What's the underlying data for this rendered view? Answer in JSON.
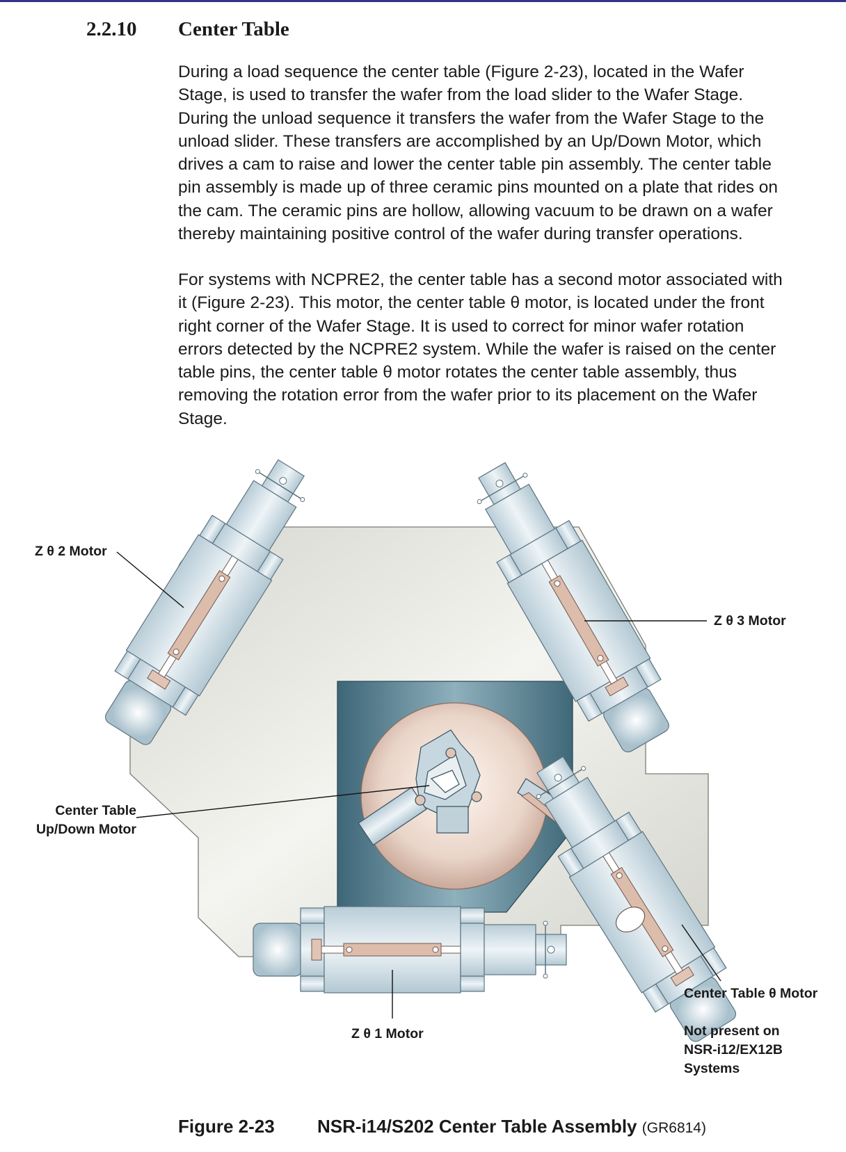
{
  "section": {
    "number": "2.2.10",
    "title": "Center Table"
  },
  "paragraphs": {
    "p1": [
      "During a load sequence the center table (Figure 2-23), located in the Wafer",
      "Stage, is used to transfer the wafer from the load slider to the Wafer Stage.",
      "During the unload sequence it transfers the wafer from the Wafer Stage to the",
      "unload slider. These transfers are accomplished by an Up/Down Motor, which",
      "drives a cam to raise and lower the center table pin assembly. The center table",
      "pin assembly is made up of three ceramic pins mounted on a plate that rides on",
      "the cam. The ceramic pins are hollow, allowing vacuum to be drawn on a wafer",
      "thereby maintaining positive control of the wafer during transfer operations."
    ],
    "p2": [
      "For systems with NCPRE2, the center table has a second motor associated with",
      "it (Figure 2-23). This motor, the center table θ motor, is located under the front",
      "right corner of the Wafer Stage. It is used to correct for minor wafer rotation",
      "errors detected by the NCPRE2 system. While the wafer is raised on the center",
      "table pins, the center table θ motor rotates the center table assembly, thus",
      "removing the rotation error from the wafer prior to its placement on the Wafer",
      "Stage."
    ]
  },
  "figure": {
    "labels": {
      "z_theta_2_motor": "Z θ 2 Motor",
      "z_theta_3_motor": "Z θ 3 Motor",
      "center_table_updown_line1": "Center Table",
      "center_table_updown_line2": "Up/Down Motor",
      "z_theta_1_motor": "Z θ 1 Motor",
      "center_table_theta_motor": "Center Table θ Motor",
      "note_line1": "Not present on",
      "note_line2": "NSR-i12/EX12B",
      "note_line3": "Systems"
    },
    "caption": {
      "number": "Figure 2-23",
      "title": "NSR-i14/S202 Center Table Assembly",
      "code": "(GR6814)"
    }
  }
}
